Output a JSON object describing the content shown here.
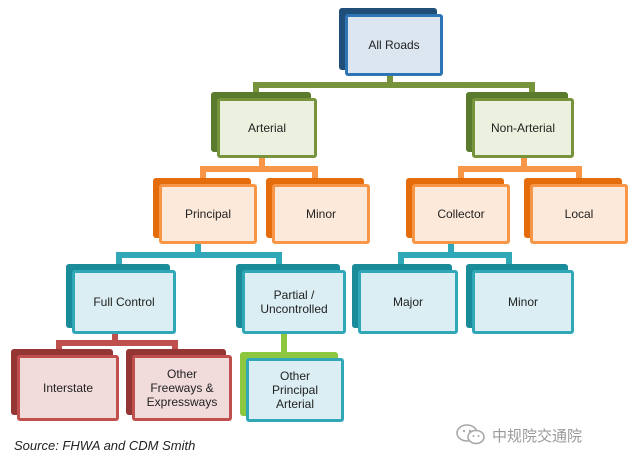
{
  "nodes": {
    "all_roads": "All Roads",
    "arterial": "Arterial",
    "non_arterial": "Non-Arterial",
    "principal": "Principal",
    "minor_arterial": "Minor",
    "collector": "Collector",
    "local": "Local",
    "full_control": "Full Control",
    "partial_uncontrolled": "Partial /\nUncontrolled",
    "major_collector": "Major",
    "minor_collector": "Minor",
    "interstate": "Interstate",
    "other_freeways": "Other\nFreeways &\nExpressways",
    "other_principal_arterial": "Other\nPrincipal\nArterial"
  },
  "source_caption": "Source: FHWA and CDM Smith",
  "watermark": "中规院交通院",
  "colors": {
    "level0": "#2e75b6",
    "level1": "#77933c",
    "level2": "#f79646",
    "level3": "#31a8b8",
    "level4_red": "#c0504d",
    "connector_green": "#8dc63f"
  }
}
